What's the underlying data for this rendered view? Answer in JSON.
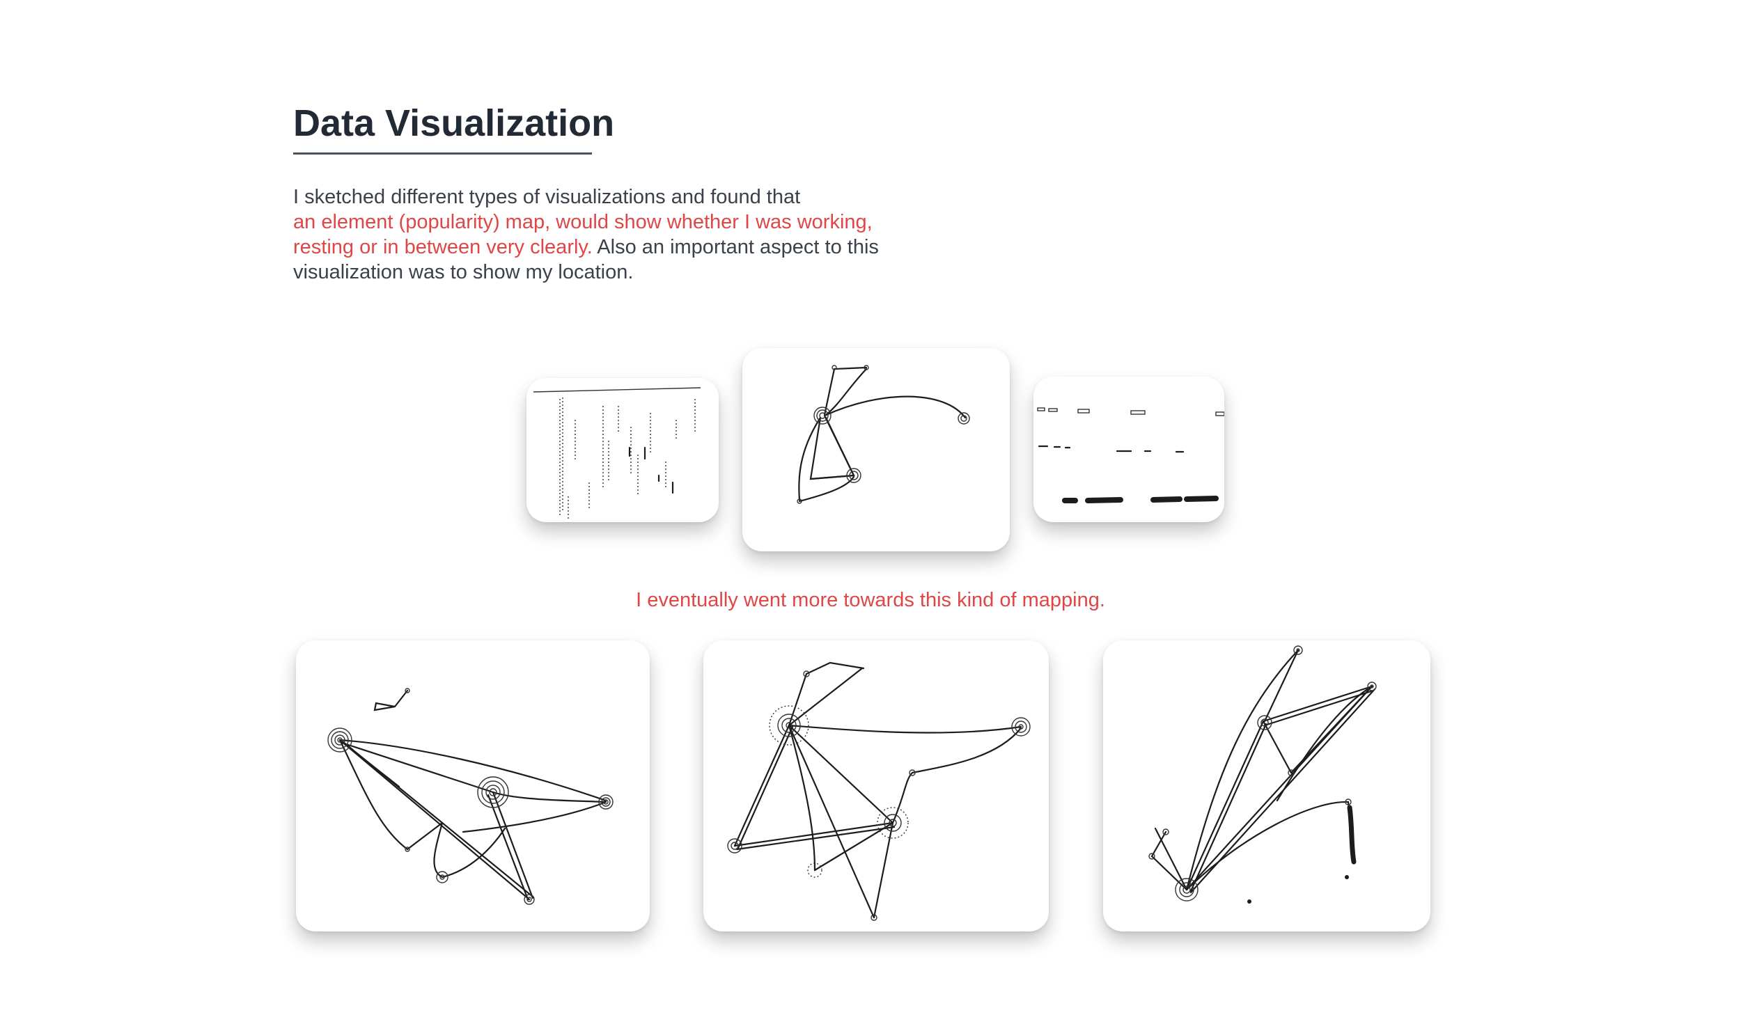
{
  "heading": {
    "title": "Data Visualization"
  },
  "intro": {
    "part1": "I sketched different types of visualizations and found that",
    "part2_highlight": "an element (popularity) map, would show whether I was working, resting or in between very clearly.",
    "part3": "Also an important aspect to this visualization was to show my location."
  },
  "mid_caption": "I eventually went more towards this kind of mapping.",
  "colors": {
    "accent": "#e04646",
    "heading": "#222a36",
    "body_text": "#3a414a"
  },
  "sketches": {
    "top_row": [
      "barcode-timeline-sketch",
      "element-map-sketch",
      "dash-bars-sketch"
    ],
    "bottom_row": [
      "element-map-sketch-a",
      "element-map-sketch-b",
      "element-map-sketch-c"
    ]
  }
}
